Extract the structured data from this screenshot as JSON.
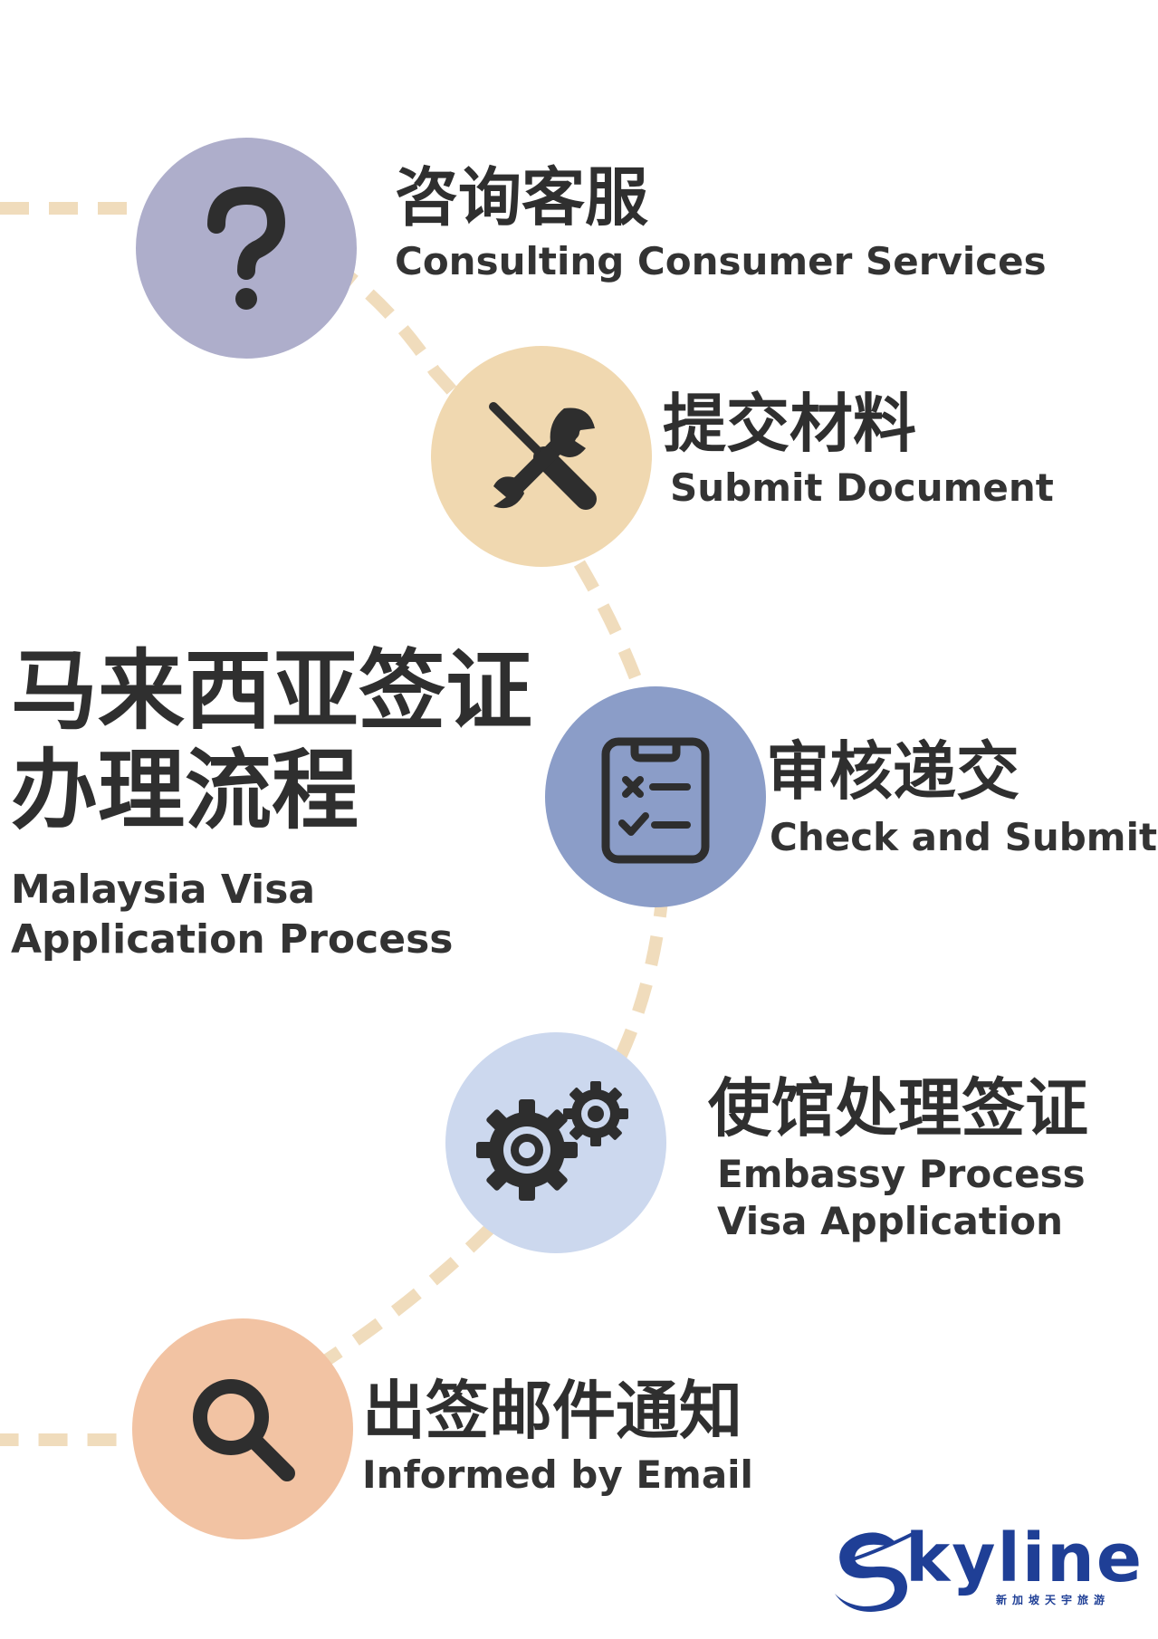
{
  "title": {
    "zh_line1": "马来西亚签证",
    "zh_line2": "办理流程",
    "en_line1": "Malaysia Visa",
    "en_line2": "Application Process"
  },
  "steps": [
    {
      "zh": "咨询客服",
      "en": [
        "Consulting Consumer Services"
      ],
      "icon": "question-mark-icon",
      "color": "#aeaecb"
    },
    {
      "zh": "提交材料",
      "en": [
        "Submit Document"
      ],
      "icon": "tools-icon",
      "color": "#f0d8b0"
    },
    {
      "zh": "审核递交",
      "en": [
        "Check and Submit"
      ],
      "icon": "clipboard-checklist-icon",
      "color": "#8b9dc8"
    },
    {
      "zh": "使馆处理签证",
      "en": [
        "Embassy Process",
        "Visa Application"
      ],
      "icon": "gears-icon",
      "color": "#ccd8ee"
    },
    {
      "zh": "出签邮件通知",
      "en": [
        "Informed by Email"
      ],
      "icon": "magnifier-icon",
      "color": "#f2c3a3"
    }
  ],
  "path_color": "#f0dcbc",
  "icon_color": "#2e2e2e",
  "logo": {
    "text": "kyline",
    "subtitle": "新加坡天宇旅游",
    "color": "#1f3f96"
  }
}
